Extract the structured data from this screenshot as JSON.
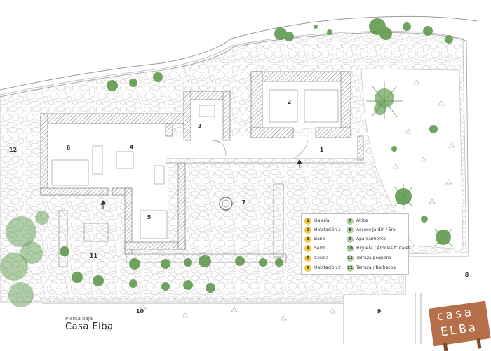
{
  "plan": {
    "floor_label": "Planta baja",
    "house_name": "Casa Elba",
    "logo_line1": "casa",
    "logo_line2": "ELBa"
  },
  "colors": {
    "interior_marker": "#f2c641",
    "exterior_marker": "#a9d39d",
    "wall_hatch": "#8a8a8a",
    "vegetation": "#5f9a4f",
    "logo_sign": "#b5704a"
  },
  "legend": {
    "items": [
      {
        "number": "1",
        "label": "Galería",
        "kind": "interior"
      },
      {
        "number": "2",
        "label": "Habitación 1",
        "kind": "interior"
      },
      {
        "number": "3",
        "label": "Baño",
        "kind": "interior"
      },
      {
        "number": "4",
        "label": "Salón",
        "kind": "interior"
      },
      {
        "number": "5",
        "label": "Cocina",
        "kind": "interior"
      },
      {
        "number": "6",
        "label": "Habitación 2",
        "kind": "interior"
      },
      {
        "number": "7",
        "label": "Aljibe",
        "kind": "exterior"
      },
      {
        "number": "8",
        "label": "Acceso Jardín / Era",
        "kind": "exterior"
      },
      {
        "number": "9",
        "label": "Aparcamiento",
        "kind": "exterior"
      },
      {
        "number": "10",
        "label": "Higuera / Árboles frutales",
        "kind": "exterior"
      },
      {
        "number": "11",
        "label": "Terraza pequeña",
        "kind": "exterior"
      },
      {
        "number": "12",
        "label": "Terraza / Barbacoa",
        "kind": "exterior"
      }
    ]
  },
  "markers": [
    {
      "number": "1",
      "kind": "interior"
    },
    {
      "number": "2",
      "kind": "interior"
    },
    {
      "number": "3",
      "kind": "interior"
    },
    {
      "number": "4",
      "kind": "interior"
    },
    {
      "number": "5",
      "kind": "interior"
    },
    {
      "number": "6",
      "kind": "interior"
    },
    {
      "number": "7",
      "kind": "exterior"
    },
    {
      "number": "8",
      "kind": "exterior"
    },
    {
      "number": "9",
      "kind": "exterior"
    },
    {
      "number": "10",
      "kind": "exterior"
    },
    {
      "number": "11",
      "kind": "exterior"
    },
    {
      "number": "12",
      "kind": "exterior"
    }
  ]
}
